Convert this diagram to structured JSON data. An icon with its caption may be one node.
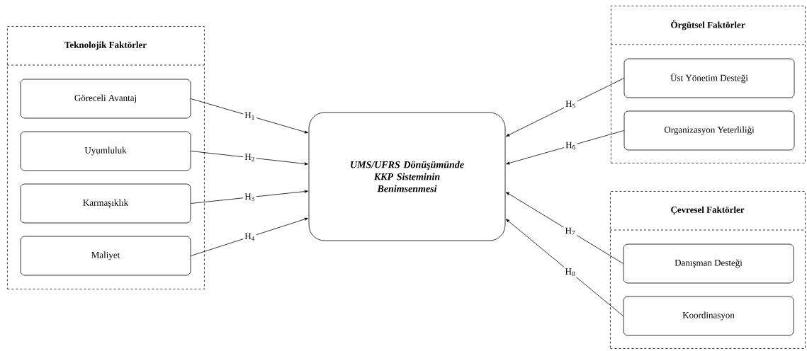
{
  "diagram": {
    "nodes": [
      {
        "text": [
          "Teknolojik Faktörler"
        ]
      },
      {
        "text": [
          "Göreceli Avantaj"
        ],
        "in": 0
      },
      {
        "text": [
          "Uyumluluk"
        ],
        "in": 0
      },
      {
        "text": [
          "Karmaşıklık"
        ],
        "in": 0
      },
      {
        "text": [
          "Maliyet"
        ],
        "in": 0
      },
      {
        "text": [
          "UMS/UFRS Dönüşümünde KKP Sisteminin Benimsenmesi"
        ]
      },
      {
        "text": [
          "Örgütsel Faktörler"
        ]
      },
      {
        "text": [
          "Üst Yönetim Desteği"
        ],
        "in": 6
      },
      {
        "text": [
          "Organizasyon Yeterliliği"
        ],
        "in": 6
      },
      {
        "text": [
          "Çevresel Faktörler"
        ]
      },
      {
        "text": [
          "Danışman Desteği"
        ],
        "in": 9
      },
      {
        "text": [
          "Koordinasyon"
        ],
        "in": 9
      }
    ],
    "edges": [
      {
        "from": 1,
        "to": 5,
        "arrow": "to",
        "label": "H$_{1}$"
      },
      {
        "from": 2,
        "to": 5,
        "arrow": "to",
        "label": "H$_{2}$"
      },
      {
        "from": 3,
        "to": 5,
        "arrow": "to",
        "label": "H$_{3}$"
      },
      {
        "from": 4,
        "to": 5,
        "arrow": "to",
        "label": "H$_{4}$"
      },
      {
        "from": 7,
        "to": 5,
        "arrow": "to",
        "label": "H$_{5}$"
      },
      {
        "from": 8,
        "to": 5,
        "arrow": "to",
        "label": "H$_{6}$"
      },
      {
        "from": 10,
        "to": 5,
        "arrow": "to",
        "label": "H$_{7}$"
      },
      {
        "from": 11,
        "to": 5,
        "arrow": "to",
        "label": "H$_{8}$"
      }
    ]
  }
}
